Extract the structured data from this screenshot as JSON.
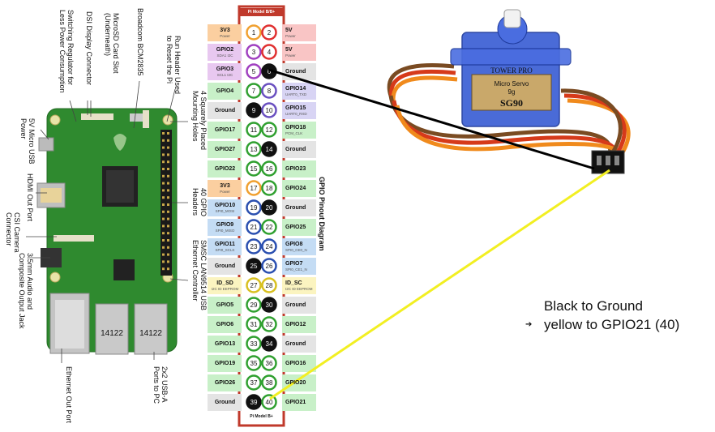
{
  "pinout": {
    "title": "GPIO Pinout Diagram",
    "header": "Pi Model B/B+",
    "footer": "Pi Model B+",
    "rows": [
      {
        "left": {
          "label": "3V3",
          "sub": "Power",
          "type": "power33"
        },
        "right": {
          "label": "5V",
          "sub": "Power",
          "type": "power5"
        },
        "pins": [
          1,
          2
        ]
      },
      {
        "left": {
          "label": "GPIO2",
          "sub": "SDA1 I2C",
          "type": "i2c"
        },
        "right": {
          "label": "5V",
          "sub": "Power",
          "type": "power5"
        },
        "pins": [
          3,
          4
        ]
      },
      {
        "left": {
          "label": "GPIO3",
          "sub": "SCL1 I2C",
          "type": "i2c"
        },
        "right": {
          "label": "Ground",
          "sub": "",
          "type": "ground"
        },
        "pins": [
          5,
          6
        ]
      },
      {
        "left": {
          "label": "GPIO4",
          "sub": "",
          "type": "gpio"
        },
        "right": {
          "label": "GPIO14",
          "sub": "UART0_TXD",
          "type": "uart"
        },
        "pins": [
          7,
          8
        ]
      },
      {
        "left": {
          "label": "Ground",
          "sub": "",
          "type": "ground"
        },
        "right": {
          "label": "GPIO15",
          "sub": "UART0_RXD",
          "type": "uart"
        },
        "pins": [
          9,
          10
        ]
      },
      {
        "left": {
          "label": "GPIO17",
          "sub": "",
          "type": "gpio"
        },
        "right": {
          "label": "GPIO18",
          "sub": "PCM_CLK",
          "type": "gpio"
        },
        "pins": [
          11,
          12
        ]
      },
      {
        "left": {
          "label": "GPIO27",
          "sub": "",
          "type": "gpio"
        },
        "right": {
          "label": "Ground",
          "sub": "",
          "type": "ground"
        },
        "pins": [
          13,
          14
        ]
      },
      {
        "left": {
          "label": "GPIO22",
          "sub": "",
          "type": "gpio"
        },
        "right": {
          "label": "GPIO23",
          "sub": "",
          "type": "gpio"
        },
        "pins": [
          15,
          16
        ]
      },
      {
        "left": {
          "label": "3V3",
          "sub": "Power",
          "type": "power33"
        },
        "right": {
          "label": "GPIO24",
          "sub": "",
          "type": "gpio"
        },
        "pins": [
          17,
          18
        ]
      },
      {
        "left": {
          "label": "GPIO10",
          "sub": "SPI0_MOSI",
          "type": "spi"
        },
        "right": {
          "label": "Ground",
          "sub": "",
          "type": "ground"
        },
        "pins": [
          19,
          20
        ]
      },
      {
        "left": {
          "label": "GPIO9",
          "sub": "SPI0_MISO",
          "type": "spi"
        },
        "right": {
          "label": "GPIO25",
          "sub": "",
          "type": "gpio"
        },
        "pins": [
          21,
          22
        ]
      },
      {
        "left": {
          "label": "GPIO11",
          "sub": "SPI0_SCLK",
          "type": "spi"
        },
        "right": {
          "label": "GPIO8",
          "sub": "SPI0_CE0_N",
          "type": "spi"
        },
        "pins": [
          23,
          24
        ]
      },
      {
        "left": {
          "label": "Ground",
          "sub": "",
          "type": "ground"
        },
        "right": {
          "label": "GPIO7",
          "sub": "SPI0_CE1_N",
          "type": "spi"
        },
        "pins": [
          25,
          26
        ]
      },
      {
        "left": {
          "label": "ID_SD",
          "sub": "I2C ID EEPROM",
          "type": "id"
        },
        "right": {
          "label": "ID_SC",
          "sub": "I2C ID EEPROM",
          "type": "id"
        },
        "pins": [
          27,
          28
        ]
      },
      {
        "left": {
          "label": "GPIO5",
          "sub": "",
          "type": "gpio"
        },
        "right": {
          "label": "Ground",
          "sub": "",
          "type": "ground"
        },
        "pins": [
          29,
          30
        ]
      },
      {
        "left": {
          "label": "GPIO6",
          "sub": "",
          "type": "gpio"
        },
        "right": {
          "label": "GPIO12",
          "sub": "",
          "type": "gpio"
        },
        "pins": [
          31,
          32
        ]
      },
      {
        "left": {
          "label": "GPIO13",
          "sub": "",
          "type": "gpio"
        },
        "right": {
          "label": "Ground",
          "sub": "",
          "type": "ground"
        },
        "pins": [
          33,
          34
        ]
      },
      {
        "left": {
          "label": "GPIO19",
          "sub": "",
          "type": "gpio"
        },
        "right": {
          "label": "GPIO16",
          "sub": "",
          "type": "gpio"
        },
        "pins": [
          35,
          36
        ]
      },
      {
        "left": {
          "label": "GPIO26",
          "sub": "",
          "type": "gpio"
        },
        "right": {
          "label": "GPIO20",
          "sub": "",
          "type": "gpio"
        },
        "pins": [
          37,
          38
        ]
      },
      {
        "left": {
          "label": "Ground",
          "sub": "",
          "type": "ground"
        },
        "right": {
          "label": "GPIO21",
          "sub": "",
          "type": "gpio"
        },
        "pins": [
          39,
          40
        ]
      }
    ]
  },
  "board_labels": {
    "run_header": "Run Header Used\nto Reset the Pi",
    "broadcom": "Broadcom BCM2835",
    "microsd": "MicroSD Card Slot\n(Underneath)",
    "dsi": "DSI Display Connector",
    "regulator": "Switching Regulator for\nLess Power Consumption",
    "usb_power": "5V Micro USB\nPower",
    "hdmi": "HDMI Out Port",
    "csi": "CSI Camera\nConnector",
    "audio": "3.5mm Audio and\nComposite Output Jack",
    "ethernet": "Ethernet Out Port",
    "usb_ports": "2x2 USB-A\nPorts to PC",
    "lan_chip": "SMSC LAN9514 USB\nEthernet Controller",
    "gpio_headers": "40 GPIO\nHeaders",
    "mounting": "4 Squarely Placed\nMounting Holes"
  },
  "board_chips": {
    "usb_code_left": "14122",
    "usb_code_right": "14122"
  },
  "servo": {
    "brand": "TOWER PRO",
    "line1": "Micro Servo",
    "line2": "9g",
    "model": "SG90"
  },
  "notes": {
    "line1": "Black to Ground",
    "line2": "yellow to GPIO21 (40)",
    "bullet": "➔"
  },
  "colors": {
    "power33": "#fbcfa0",
    "power5": "#f9c5c5",
    "i2c": "#e8c8f0",
    "gpio": "#c8f0c8",
    "ground": "#e4e4e4",
    "uart": "#d8d4f4",
    "spi": "#c4dcf4",
    "id": "#fbf4c0",
    "frame": "#c0392b",
    "board": "#2f8a2f",
    "servo": "#2b4fc9",
    "wire_black": "#000000",
    "wire_yellow": "#f2ef22",
    "cable_orange": "#f08a1c",
    "cable_red": "#d63a1a",
    "cable_brown": "#7a4b22"
  }
}
